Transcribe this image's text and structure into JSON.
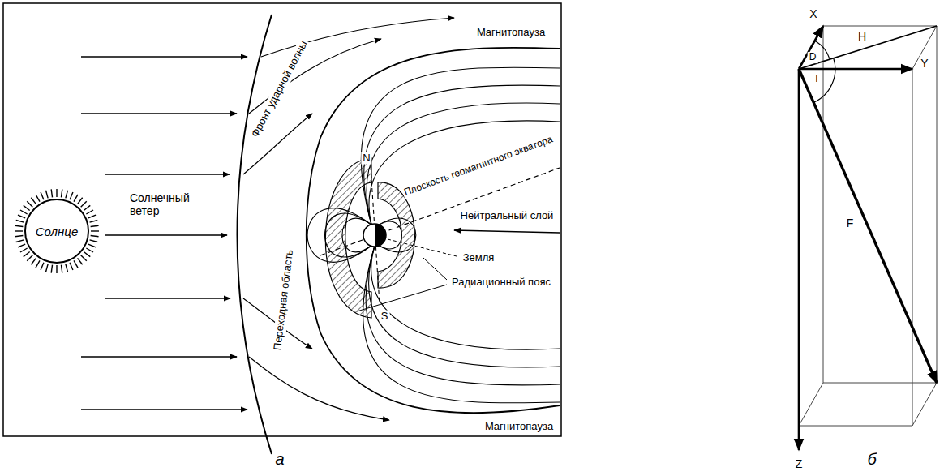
{
  "diagram": {
    "nodes": [
      {
        "text": [
          "Солнце"
        ]
      }
    ],
    "labels": [
      "Магнитопауза",
      "Фронт ударной волны",
      "Плоскость геомагнитного экватора",
      "Солнечный ветер",
      "Переходная область",
      "Нейтральный слой",
      "N",
      "Земля",
      "Радиационный пояс",
      "S",
      "Магнитопауза",
      "а",
      "X",
      "D",
      "H",
      "Y",
      "I",
      "F",
      "Z",
      "б"
    ]
  }
}
